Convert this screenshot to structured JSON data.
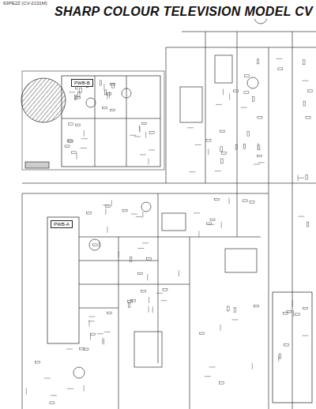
{
  "diagram": {
    "title": "SHARP COLOUR TELEVISION MODEL CV",
    "nodes": [
      {
        "text": [
          "PWB-B"
        ]
      },
      {
        "text": [
          "PWB-A"
        ]
      }
    ],
    "labels": [
      "63PE2Z (CV-2131M)"
    ]
  }
}
